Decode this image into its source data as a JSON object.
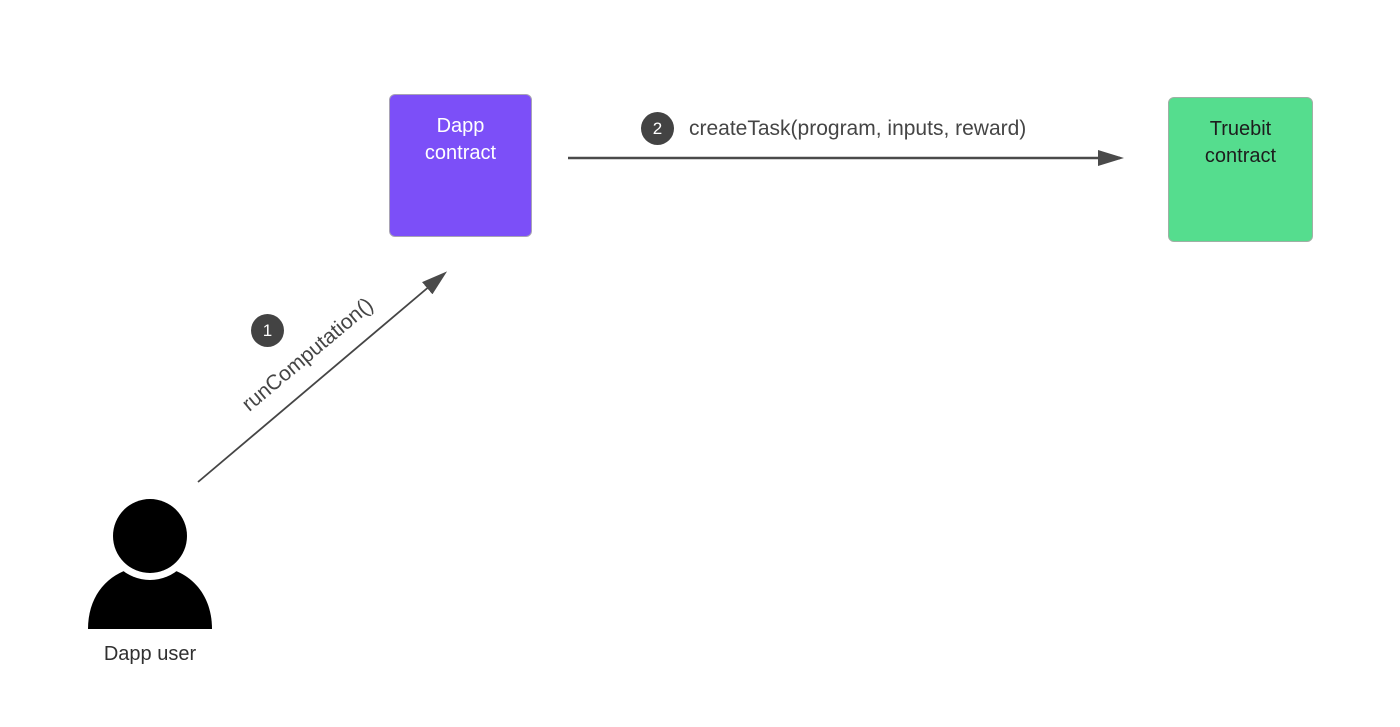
{
  "diagram": {
    "nodes": {
      "dapp_contract": {
        "lines": [
          "Dapp",
          "contract"
        ],
        "fill": "#7c4ff8",
        "text_color": "#ffffff"
      },
      "truebit_contract": {
        "lines": [
          "Truebit",
          "contract"
        ],
        "fill": "#55dd8e",
        "text_color": "#1d1d1d"
      },
      "dapp_user": {
        "label": "Dapp user",
        "icon": "person-silhouette-icon",
        "icon_color": "#000000"
      }
    },
    "edges": [
      {
        "step": "1",
        "label": "runComputation()",
        "from": "dapp_user",
        "to": "dapp_contract",
        "direction": "diagonal-up-right"
      },
      {
        "step": "2",
        "label": "createTask(program, inputs, reward)",
        "from": "dapp_contract",
        "to": "truebit_contract",
        "direction": "horizontal-right"
      }
    ],
    "colors": {
      "background": "#ffffff",
      "badge_fill": "#434343",
      "badge_text": "#ffffff",
      "arrow_stroke": "#4a4a4a",
      "edge_label_text": "#454545"
    }
  }
}
